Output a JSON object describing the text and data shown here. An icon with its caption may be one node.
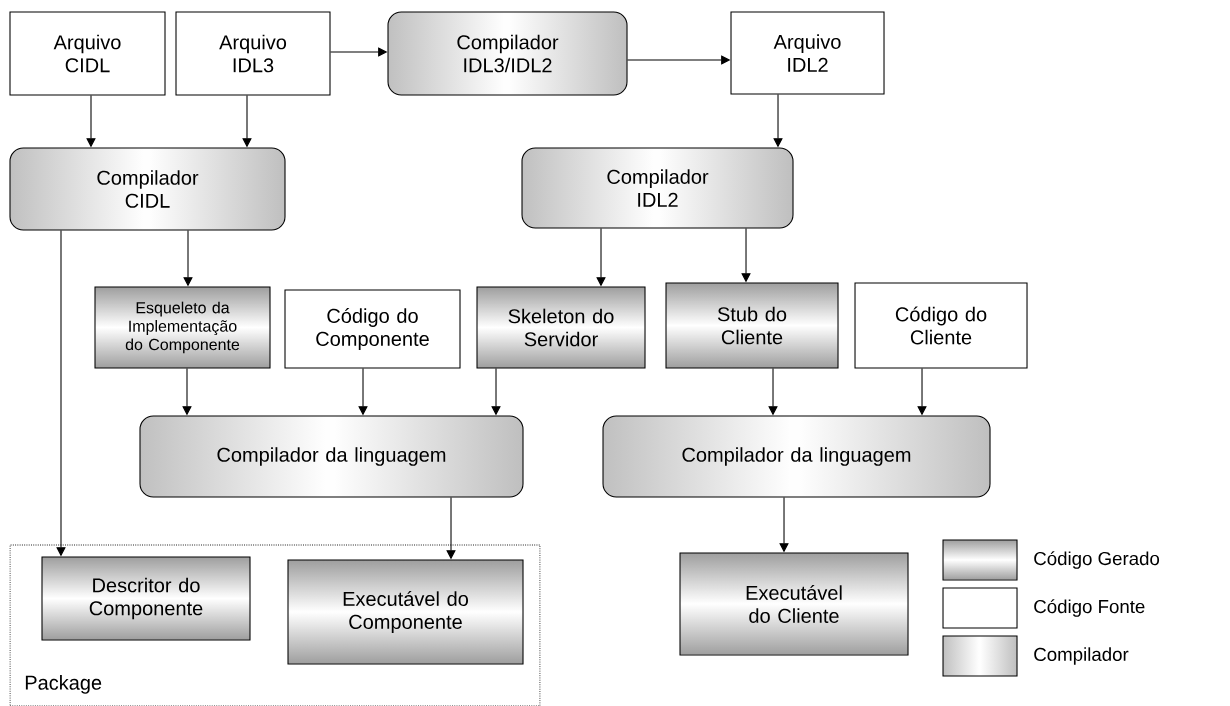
{
  "diagram": {
    "nodes": [
      {
        "text": [
          "Arquivo CIDL"
        ]
      },
      {
        "text": [
          "Arquivo IDL3"
        ]
      },
      {
        "text": [
          "Compilador IDL3/IDL2"
        ]
      },
      {
        "text": [
          "Arquivo IDL2"
        ]
      },
      {
        "text": [
          "Compilador CIDL"
        ]
      },
      {
        "text": [
          "Compilador IDL2"
        ]
      },
      {
        "text": [
          "Esqueleto da Implementação do Componente"
        ]
      },
      {
        "text": [
          "Código do Componente"
        ]
      },
      {
        "text": [
          "Skeleton do Servidor"
        ]
      },
      {
        "text": [
          "Stub do Cliente"
        ]
      },
      {
        "text": [
          "Código do Cliente"
        ]
      },
      {
        "text": [
          "Compilador da linguagem"
        ]
      },
      {
        "text": [
          "Compilador da linguagem"
        ]
      },
      {
        "text": [
          "Package"
        ]
      },
      {
        "text": [
          "Descritor do Componente"
        ],
        "in": 13
      },
      {
        "text": [
          "Executável do Componente"
        ],
        "in": 13
      },
      {
        "text": [
          "Executável do Cliente"
        ]
      }
    ],
    "edges": [
      {
        "from": 0,
        "to": 4,
        "arrow": "to"
      },
      {
        "from": 1,
        "to": 4,
        "arrow": "to"
      },
      {
        "from": 1,
        "to": 2,
        "arrow": "to"
      },
      {
        "from": 2,
        "to": 3,
        "arrow": "to"
      },
      {
        "from": 3,
        "to": 5,
        "arrow": "to"
      },
      {
        "from": 4,
        "to": 6,
        "arrow": "to"
      },
      {
        "from": 4,
        "to": 14,
        "arrow": "to"
      },
      {
        "from": 5,
        "to": 8,
        "arrow": "to"
      },
      {
        "from": 5,
        "to": 9,
        "arrow": "to"
      },
      {
        "from": 6,
        "to": 11,
        "arrow": "to"
      },
      {
        "from": 7,
        "to": 11,
        "arrow": "to"
      },
      {
        "from": 8,
        "to": 11,
        "arrow": "to"
      },
      {
        "from": 9,
        "to": 12,
        "arrow": "to"
      },
      {
        "from": 10,
        "to": 12,
        "arrow": "to"
      },
      {
        "from": 11,
        "to": 15,
        "arrow": "to"
      },
      {
        "from": 12,
        "to": 16,
        "arrow": "to"
      }
    ],
    "legend": [
      {
        "text": "Código Gerado"
      },
      {
        "text": "Código Fonte"
      },
      {
        "text": "Compilador"
      }
    ]
  }
}
